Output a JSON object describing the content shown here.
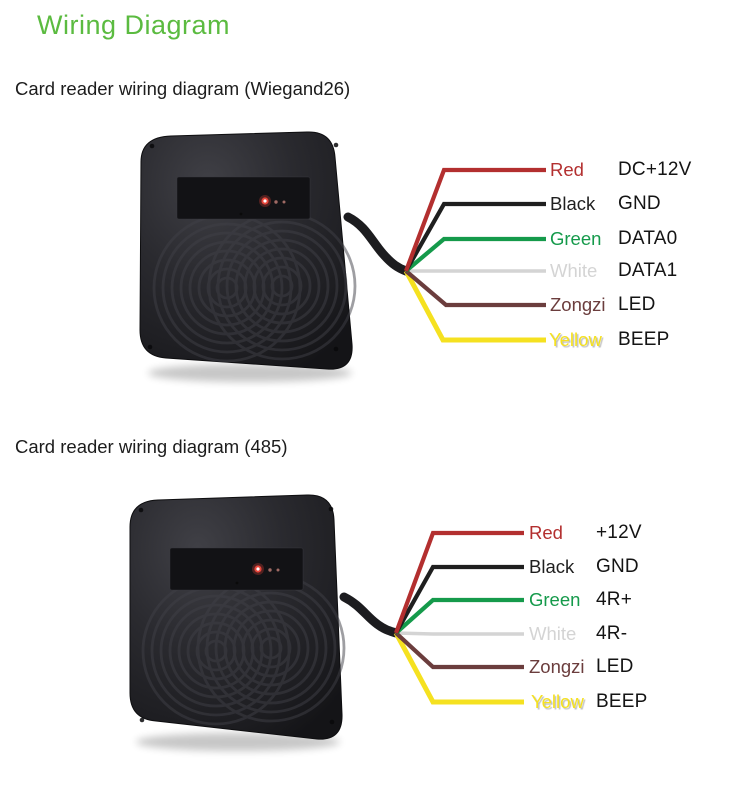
{
  "page": {
    "title": "Wiring Diagram",
    "title_color": "#5bbb40",
    "background": "#ffffff"
  },
  "sections": [
    {
      "heading": "Card reader wiring diagram (Wiegand26)",
      "device": {
        "name": "RFID card reader",
        "led_color": "#e8453a"
      },
      "wires": [
        {
          "color_name": "Red",
          "color_hex": "#b32f2f",
          "label": "DC+12V"
        },
        {
          "color_name": "Black",
          "color_hex": "#1f1f1f",
          "label": "GND"
        },
        {
          "color_name": "Green",
          "color_hex": "#159a4b",
          "label": "DATA0"
        },
        {
          "color_name": "White",
          "color_hex": "#d4d4d4",
          "label": "DATA1"
        },
        {
          "color_name": "Zongzi",
          "color_hex": "#6b3d3d",
          "label": "LED"
        },
        {
          "color_name": "Yellow",
          "color_hex": "#f5e120",
          "label": "BEEP"
        }
      ]
    },
    {
      "heading": "Card reader wiring diagram (485)",
      "device": {
        "name": "RFID card reader",
        "led_color": "#e8453a"
      },
      "wires": [
        {
          "color_name": "Red",
          "color_hex": "#b32f2f",
          "label": "+12V"
        },
        {
          "color_name": "Black",
          "color_hex": "#1f1f1f",
          "label": "GND"
        },
        {
          "color_name": "Green",
          "color_hex": "#159a4b",
          "label": "4R+"
        },
        {
          "color_name": "White",
          "color_hex": "#d4d4d4",
          "label": "4R-"
        },
        {
          "color_name": "Zongzi",
          "color_hex": "#6b3d3d",
          "label": "LED"
        },
        {
          "color_name": "Yellow",
          "color_hex": "#f5e120",
          "label": "BEEP"
        }
      ]
    }
  ]
}
